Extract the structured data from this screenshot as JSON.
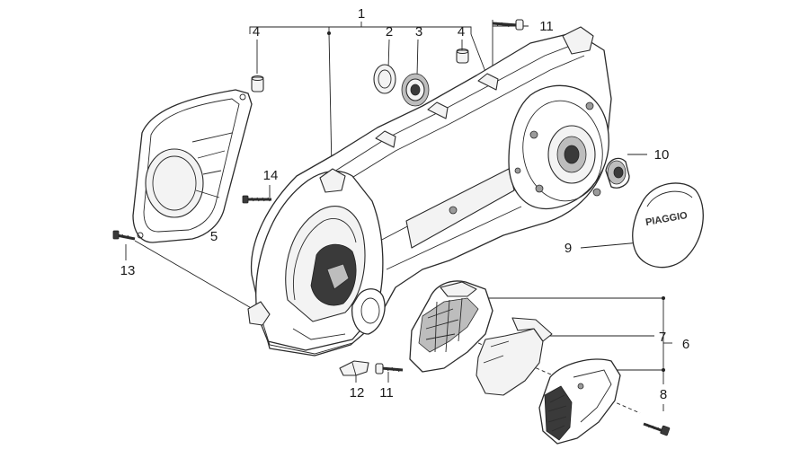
{
  "callouts": {
    "c1": "1",
    "c2": "2",
    "c3": "3",
    "c4a": "4",
    "c4b": "4",
    "c5": "5",
    "c6": "6",
    "c7": "7",
    "c8": "8",
    "c9": "9",
    "c10": "10",
    "c11a": "11",
    "c11b": "11",
    "c12": "12",
    "c13": "13",
    "c14": "14"
  },
  "brand_text": "PIAGGIO"
}
